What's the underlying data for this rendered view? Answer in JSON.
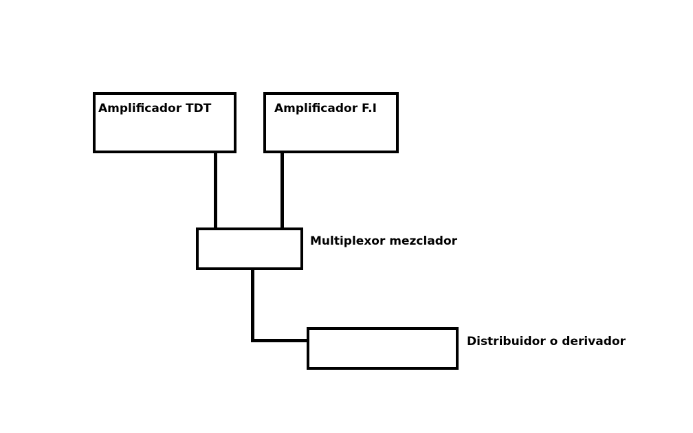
{
  "diagram": {
    "nodes": {
      "amp_tdt": {
        "label": "Amplificador TDT"
      },
      "amp_fi": {
        "label": "Amplificador F.I"
      },
      "multiplexor": {
        "label": "Multiplexor mezclador"
      },
      "distribuidor": {
        "label": "Distribuidor o derivador"
      }
    },
    "edges": [
      {
        "from": "amp_tdt",
        "to": "multiplexor"
      },
      {
        "from": "amp_fi",
        "to": "multiplexor"
      },
      {
        "from": "multiplexor",
        "to": "distribuidor"
      }
    ],
    "colors": {
      "stroke": "#000000",
      "background": "#ffffff"
    }
  }
}
